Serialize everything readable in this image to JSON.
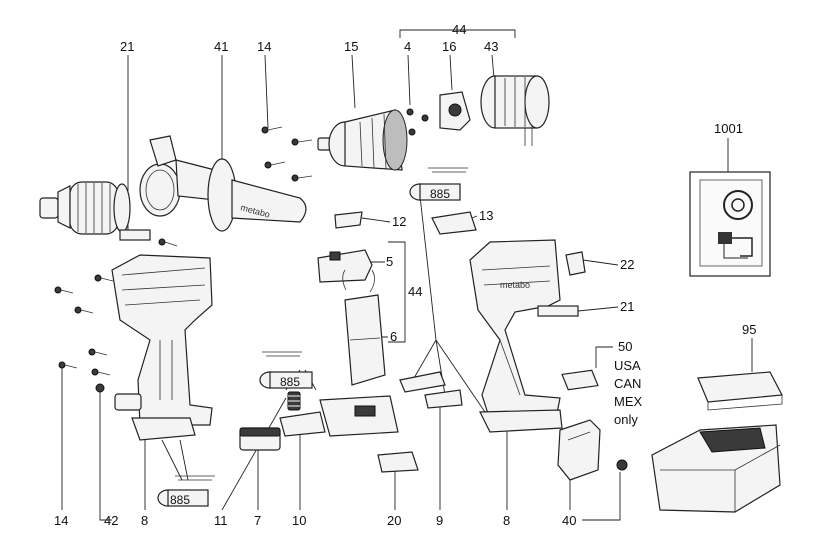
{
  "parts": [
    {
      "id": "p21a",
      "label": "21"
    },
    {
      "id": "p41",
      "label": "41"
    },
    {
      "id": "p14a",
      "label": "14"
    },
    {
      "id": "p15",
      "label": "15"
    },
    {
      "id": "p4",
      "label": "4"
    },
    {
      "id": "p16",
      "label": "16"
    },
    {
      "id": "p43",
      "label": "43"
    },
    {
      "id": "p44a",
      "label": "44"
    },
    {
      "id": "p1001",
      "label": "1001"
    },
    {
      "id": "p12",
      "label": "12"
    },
    {
      "id": "p13",
      "label": "13"
    },
    {
      "id": "p5",
      "label": "5"
    },
    {
      "id": "p44b",
      "label": "44"
    },
    {
      "id": "p6",
      "label": "6"
    },
    {
      "id": "p22",
      "label": "22"
    },
    {
      "id": "p21b",
      "label": "21"
    },
    {
      "id": "p50",
      "label": "50"
    },
    {
      "id": "p95",
      "label": "95"
    },
    {
      "id": "p14b",
      "label": "14"
    },
    {
      "id": "p42",
      "label": "42"
    },
    {
      "id": "p8a",
      "label": "8"
    },
    {
      "id": "p11",
      "label": "11"
    },
    {
      "id": "p7",
      "label": "7"
    },
    {
      "id": "p10",
      "label": "10"
    },
    {
      "id": "p20",
      "label": "20"
    },
    {
      "id": "p9",
      "label": "9"
    },
    {
      "id": "p8b",
      "label": "8"
    },
    {
      "id": "p40",
      "label": "40"
    }
  ],
  "grease_marks": [
    "885",
    "885",
    "885"
  ],
  "market_note": [
    "USA",
    "CAN",
    "MEX",
    "only"
  ]
}
